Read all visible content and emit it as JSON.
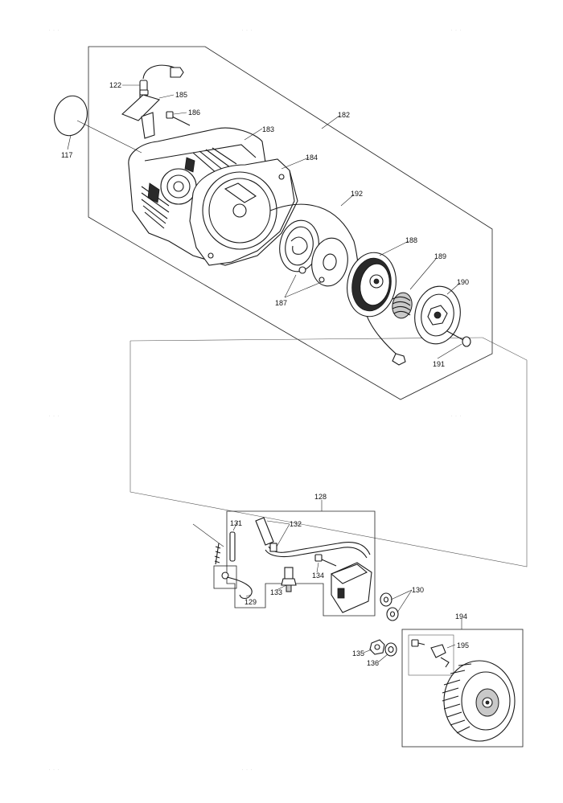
{
  "labels": {
    "p117": "117",
    "p122": "122",
    "p185": "185",
    "p186": "186",
    "p183": "183",
    "p182": "182",
    "p184": "184",
    "p192": "192",
    "p188": "188",
    "p189": "189",
    "p190": "190",
    "p187": "187",
    "p191": "191",
    "p128": "128",
    "p131": "131",
    "p132": "132",
    "p134": "134",
    "p133": "133",
    "p129": "129",
    "p130": "130",
    "p194": "194",
    "p195": "195",
    "p135": "135",
    "p136": "136"
  }
}
